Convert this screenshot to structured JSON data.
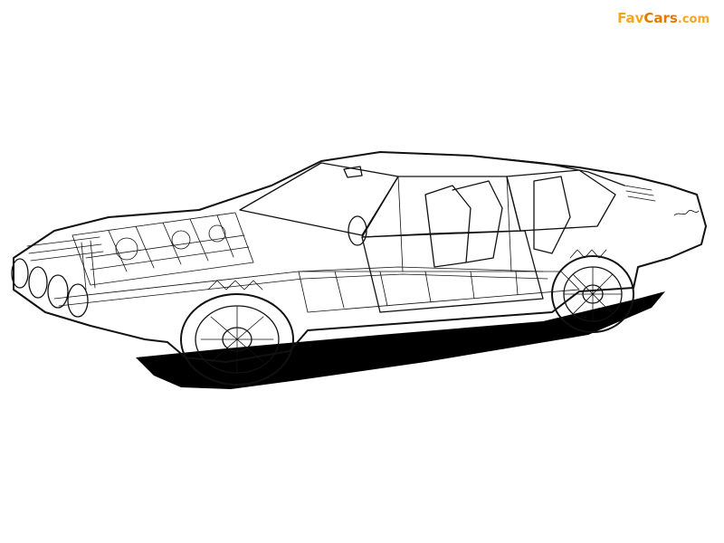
{
  "watermark": {
    "part1": "Fav",
    "part2": "Cars",
    "part3": ".com",
    "brand_color": "#f5a623",
    "accent_color": "#e07b00"
  },
  "illustration": {
    "ink_color": "#111111",
    "shadow_color": "#000000",
    "background_color": "#ffffff"
  }
}
